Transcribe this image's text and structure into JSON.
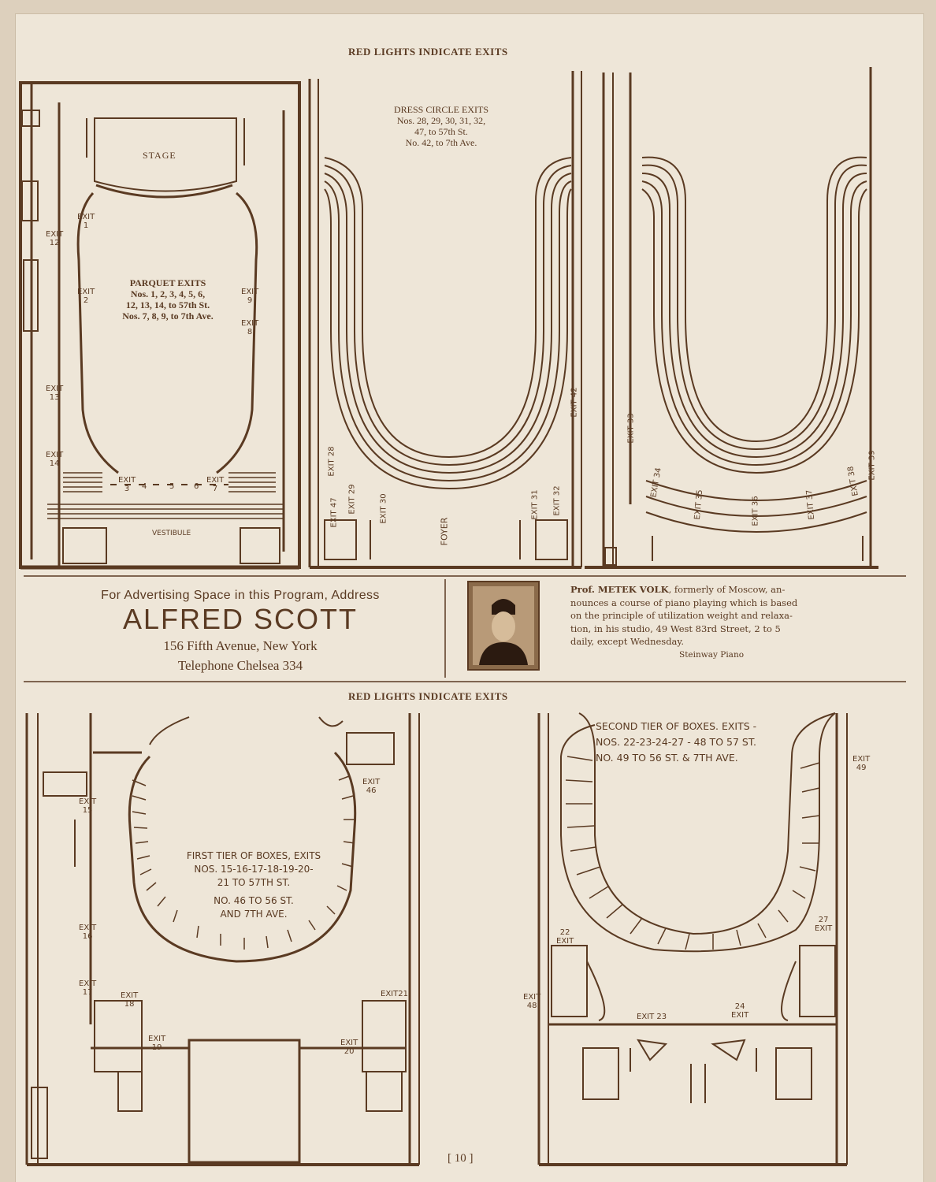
{
  "header_top": "RED LIGHTS INDICATE EXITS",
  "header_mid": "RED LIGHTS INDICATE EXITS",
  "parquet": {
    "stage": "STAGE",
    "vestibule": "VESTIBULE",
    "title": "PARQUET EXITS",
    "line1": "Nos. 1, 2, 3, 4, 5, 6,",
    "line2": "12, 13, 14, to 57th St.",
    "line3": "Nos. 7, 8, 9, to 7th Ave."
  },
  "dress_circle": {
    "title": "DRESS CIRCLE EXITS",
    "line1": "Nos. 28, 29, 30, 31, 32,",
    "line2": "47, to 57th St.",
    "line3": "No. 42, to 7th Ave.",
    "foyer": "FOYER"
  },
  "advert": {
    "line1": "For Advertising Space in this Program, Address",
    "name": "ALFRED SCOTT",
    "address": "156 Fifth Avenue, New York",
    "phone": "Telephone Chelsea 334"
  },
  "volk": {
    "lead": "Prof. ",
    "name": "METEK VOLK",
    "l1": ", formerly of Moscow, an-",
    "l2": "nounces a course of piano playing which is based",
    "l3": "on the principle of utilization weight and relaxa-",
    "l4": "tion, in his studio, 49 West 83rd Street, 2 to 5",
    "l5": "daily, except Wednesday.",
    "piano": "Steinway Piano"
  },
  "first_tier": {
    "l1": "FIRST TIER OF BOXES, EXITS",
    "l2": "NOS. 15-16-17-18-19-20-",
    "l3": "21 TO 57TH ST.",
    "l4": "NO. 46 TO 56 ST.",
    "l5": "AND 7TH AVE."
  },
  "second_tier": {
    "l1": "SECOND TIER OF BOXES. EXITS -",
    "l2": "NOS. 22-23-24-27 - 48 TO 57 ST.",
    "l3": "NO. 49 TO 56 ST. & 7TH AVE."
  },
  "exit_word": "EXIT",
  "exits": {
    "e1": "1",
    "e2": "2",
    "e3": "3",
    "e4": "4",
    "e5": "5",
    "e6": "6",
    "e7": "7",
    "e8": "8",
    "e9": "9",
    "e12": "12",
    "e13": "13",
    "e14": "14",
    "e28": "28",
    "e29": "29",
    "e30": "30",
    "e31": "31",
    "e32": "32",
    "e33": "33",
    "e34": "34",
    "e35": "35",
    "e36": "36",
    "e37": "37",
    "e38": "38",
    "e39": "39",
    "e42": "42",
    "e47": "47",
    "e15": "15",
    "e16": "16",
    "e17": "17",
    "e18": "18",
    "e19": "19",
    "e20": "20",
    "e21": "21",
    "e46": "46",
    "e22": "22",
    "e23": "23",
    "e24": "24",
    "e27": "27",
    "e48": "48",
    "e49": "49"
  },
  "footer": "[ 10 ]"
}
